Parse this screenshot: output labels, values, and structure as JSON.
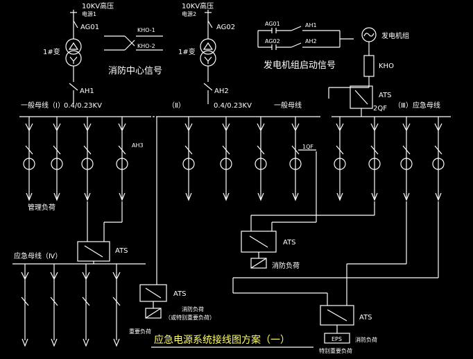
{
  "title": "应急电源系统接线图方案（一）",
  "incoming": [
    {
      "label": "10KV高压",
      "sub": "电源1",
      "ag": "AG01",
      "tx": "1#变",
      "ah": "AH1",
      "voltage": "0.4/0.23KV"
    },
    {
      "label": "10KV高压",
      "sub": "电源2",
      "ag": "AG02",
      "tx": "1#变",
      "ah": "AH2",
      "voltage": "0.4/0.23KV"
    }
  ],
  "interlock": {
    "kho1": "KHO-1",
    "kho2": "KHO-2",
    "caption": "消防中心信号"
  },
  "generator_signal": {
    "ag01": "AG01",
    "ah1": "AH1",
    "ag02": "AG02",
    "ah2": "AH2",
    "caption": "发电机组启动信号"
  },
  "generator": {
    "label": "发电机组",
    "kho": "KHO",
    "ats": "ATS",
    "qf": "2QF"
  },
  "buses": {
    "bus1": "一般母线（Ⅰ）",
    "bus2": "（Ⅱ）",
    "bus2_tag": "一般母线",
    "bus3": "（Ⅲ）应急母线",
    "bus4": "应急母线（Ⅳ）"
  },
  "labels": {
    "ah_feeder": "AH3",
    "qf1": "1QF",
    "ats": "ATS",
    "mgmt_load": "管理负荷",
    "fire_load": "消防负荷",
    "fire_load2": "消防负荷",
    "fire_load2_sub": "（或特别重要负荷）",
    "important_load": "重要负荷",
    "eps": "EPS",
    "eps_fire": "消防负荷",
    "special_load": "特别重要负荷"
  }
}
